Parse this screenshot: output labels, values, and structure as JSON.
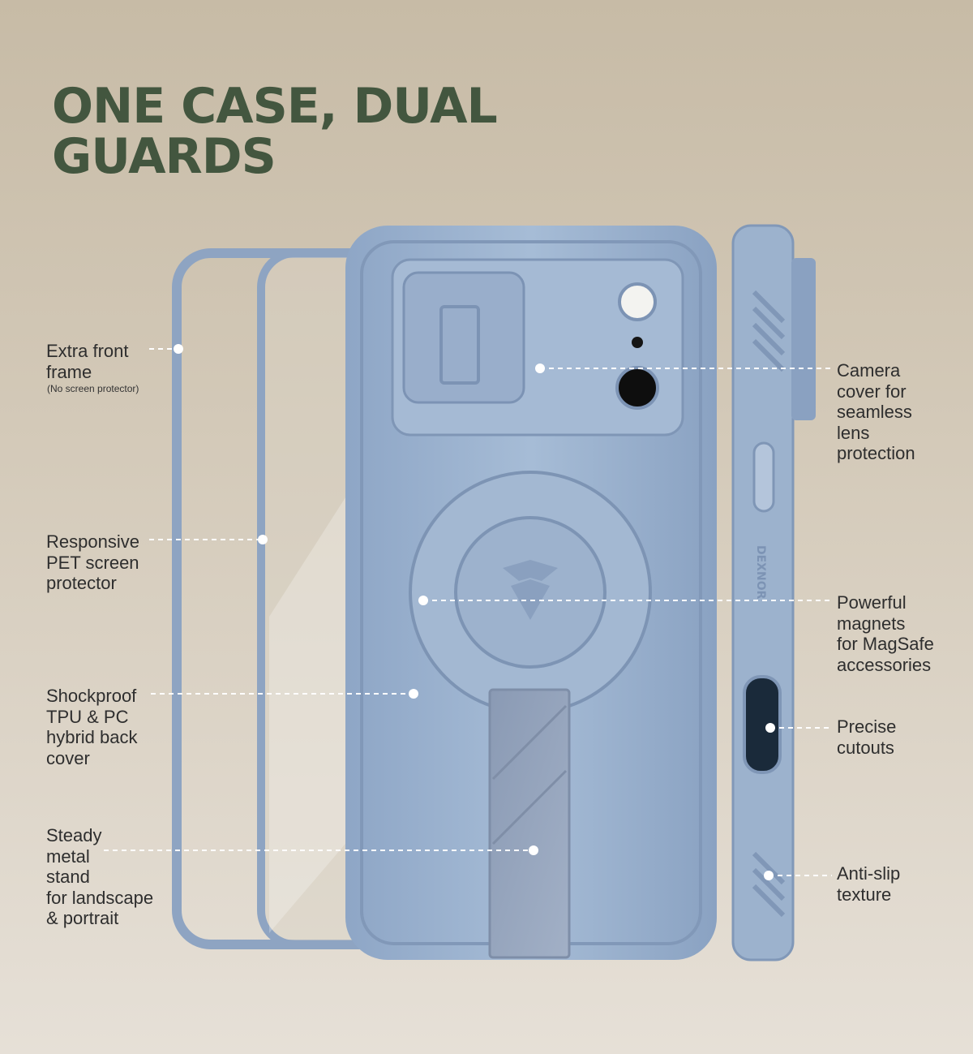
{
  "title": {
    "line1": "ONE CASE, DUAL",
    "line2": "GUARDS"
  },
  "brand": "DEXNOR",
  "colors": {
    "title": "#43563f",
    "case": "#9eb4cf",
    "case_dark": "#7f98b8",
    "background": "#cdc3b2"
  },
  "callouts": {
    "front_frame": {
      "label": "Extra front\nframe",
      "sub": "(No screen protector)"
    },
    "screen_protector": {
      "label": "Responsive\nPET screen\nprotector"
    },
    "back_cover": {
      "label": "Shockproof\nTPU & PC\nhybrid back\ncover"
    },
    "stand": {
      "label": "Steady\nmetal\nstand\nfor landscape\n& portrait"
    },
    "camera_cover": {
      "label": "Camera\ncover for\nseamless\nlens\nprotection"
    },
    "magnets": {
      "label": "Powerful\nmagnets\nfor MagSafe\naccessories"
    },
    "cutouts": {
      "label": "Precise\ncutouts"
    },
    "anti_slip": {
      "label": "Anti-slip\ntexture"
    }
  }
}
